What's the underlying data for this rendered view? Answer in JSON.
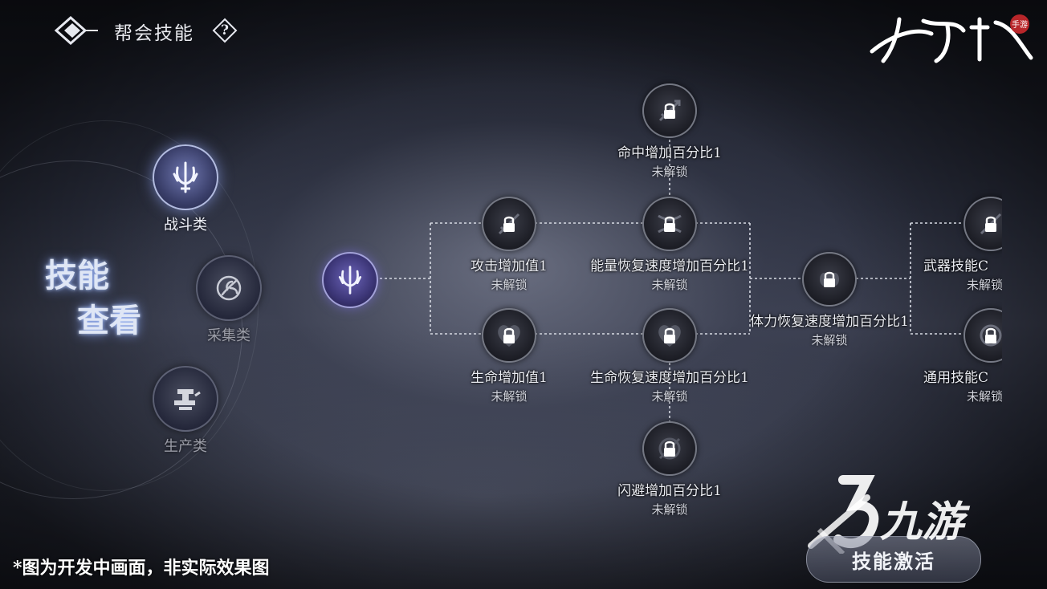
{
  "header": {
    "title": "帮会技能",
    "help_label": "?",
    "game_logo": "大奉打更人",
    "game_logo_badge": "手游"
  },
  "left_panel": {
    "skill_view_line1": "技能",
    "skill_view_line2": "查看",
    "categories": [
      {
        "label": "战斗类",
        "icon": "trident-icon",
        "state": "active"
      },
      {
        "label": "采集类",
        "icon": "herb-icon",
        "state": "normal"
      },
      {
        "label": "生产类",
        "icon": "anvil-icon",
        "state": "normal"
      }
    ]
  },
  "tree": {
    "root_icon": "trident-icon",
    "nodes": [
      {
        "name": "命中增加百分比1",
        "state": "未解锁",
        "icon": "sword-icon"
      },
      {
        "name": "攻击增加值1",
        "state": "未解锁",
        "icon": "sword-icon"
      },
      {
        "name": "能量恢复速度增加百分比1",
        "state": "未解锁",
        "icon": "energy-icon"
      },
      {
        "name": "生命增加值1",
        "state": "未解锁",
        "icon": "heart-icon"
      },
      {
        "name": "生命恢复速度增加百分比1",
        "state": "未解锁",
        "icon": "heart-icon"
      },
      {
        "name": "体力恢复速度增加百分比1",
        "state": "未解锁",
        "icon": "muscle-icon"
      },
      {
        "name": "闪避增加百分比1",
        "state": "未解锁",
        "icon": "dodge-icon"
      },
      {
        "name": "武器技能C",
        "state": "未解锁",
        "icon": "weapon-icon"
      },
      {
        "name": "通用技能C",
        "state": "未解锁",
        "icon": "general-icon"
      }
    ]
  },
  "footer": {
    "disclaimer": "*图为开发中画面，非实际效果图",
    "activate_label": "技能激活",
    "watermark": "九游"
  },
  "colors": {
    "root_node": "#4b4496",
    "text_light": "#eceef4",
    "accent_glow": "#8caaff"
  }
}
